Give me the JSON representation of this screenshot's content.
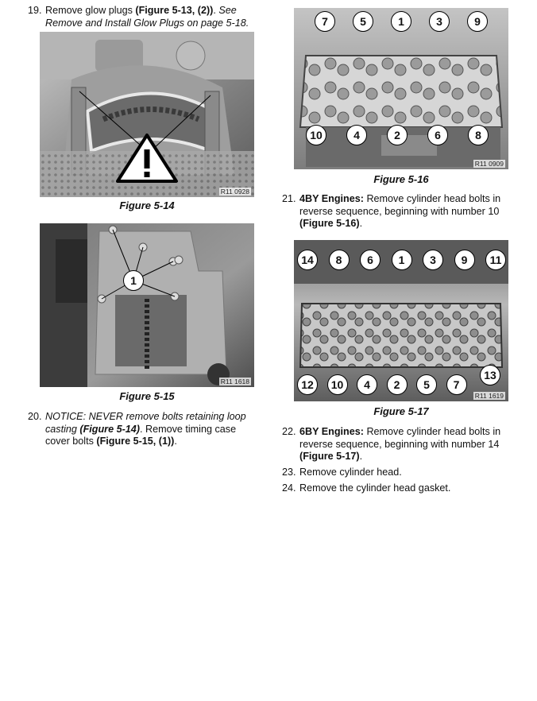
{
  "step19": {
    "num": "19.",
    "line1_pre": "Remove glow plugs ",
    "line1_bold": "(Figure 5-13, (2))",
    "line1_post": ". ",
    "line1_italic": "See",
    "line2_italic": "Remove and Install Glow Plugs on page 5-18."
  },
  "fig14": {
    "caption": "Figure 5-14",
    "ref": "R11 0928"
  },
  "fig15": {
    "caption": "Figure 5-15",
    "ref": "R11 1618",
    "callout": "1"
  },
  "step20": {
    "num": "20.",
    "line1_italic": "NOTICE: NEVER remove bolts retaining loop",
    "line2_italic": "casting ",
    "line2_bolditalic": "(Figure 5-14)",
    "line2_post": ". Remove timing case",
    "line3_pre": "cover bolts ",
    "line3_bold": "(Figure 5-15, (1))",
    "line3_post": "."
  },
  "fig16": {
    "caption": "Figure 5-16",
    "ref": "R11 0909",
    "top_callouts": [
      "7",
      "5",
      "1",
      "3",
      "9"
    ],
    "bottom_callouts": [
      "10",
      "4",
      "2",
      "6",
      "8"
    ]
  },
  "step21": {
    "num": "21.",
    "line1_bold": "4BY Engines:",
    "line1_post": " Remove cylinder head bolts in",
    "line2": "reverse sequence, beginning with number 10",
    "line3_bold": "(Figure 5-16)",
    "line3_post": "."
  },
  "fig17": {
    "caption": "Figure 5-17",
    "ref": "R11 1619",
    "top_callouts": [
      "14",
      "8",
      "6",
      "1",
      "3",
      "9",
      "11"
    ],
    "bottom_callouts": [
      "12",
      "10",
      "4",
      "2",
      "5",
      "7"
    ],
    "side_callout": "13"
  },
  "step22": {
    "num": "22.",
    "line1_bold": "6BY Engines:",
    "line1_post": " Remove cylinder head bolts in",
    "line2": "reverse sequence, beginning with number 14",
    "line3_bold": "(Figure 5-17)",
    "line3_post": "."
  },
  "step23": {
    "num": "23.",
    "text": "Remove cylinder head."
  },
  "step24": {
    "num": "24.",
    "text": "Remove the cylinder head gasket."
  }
}
